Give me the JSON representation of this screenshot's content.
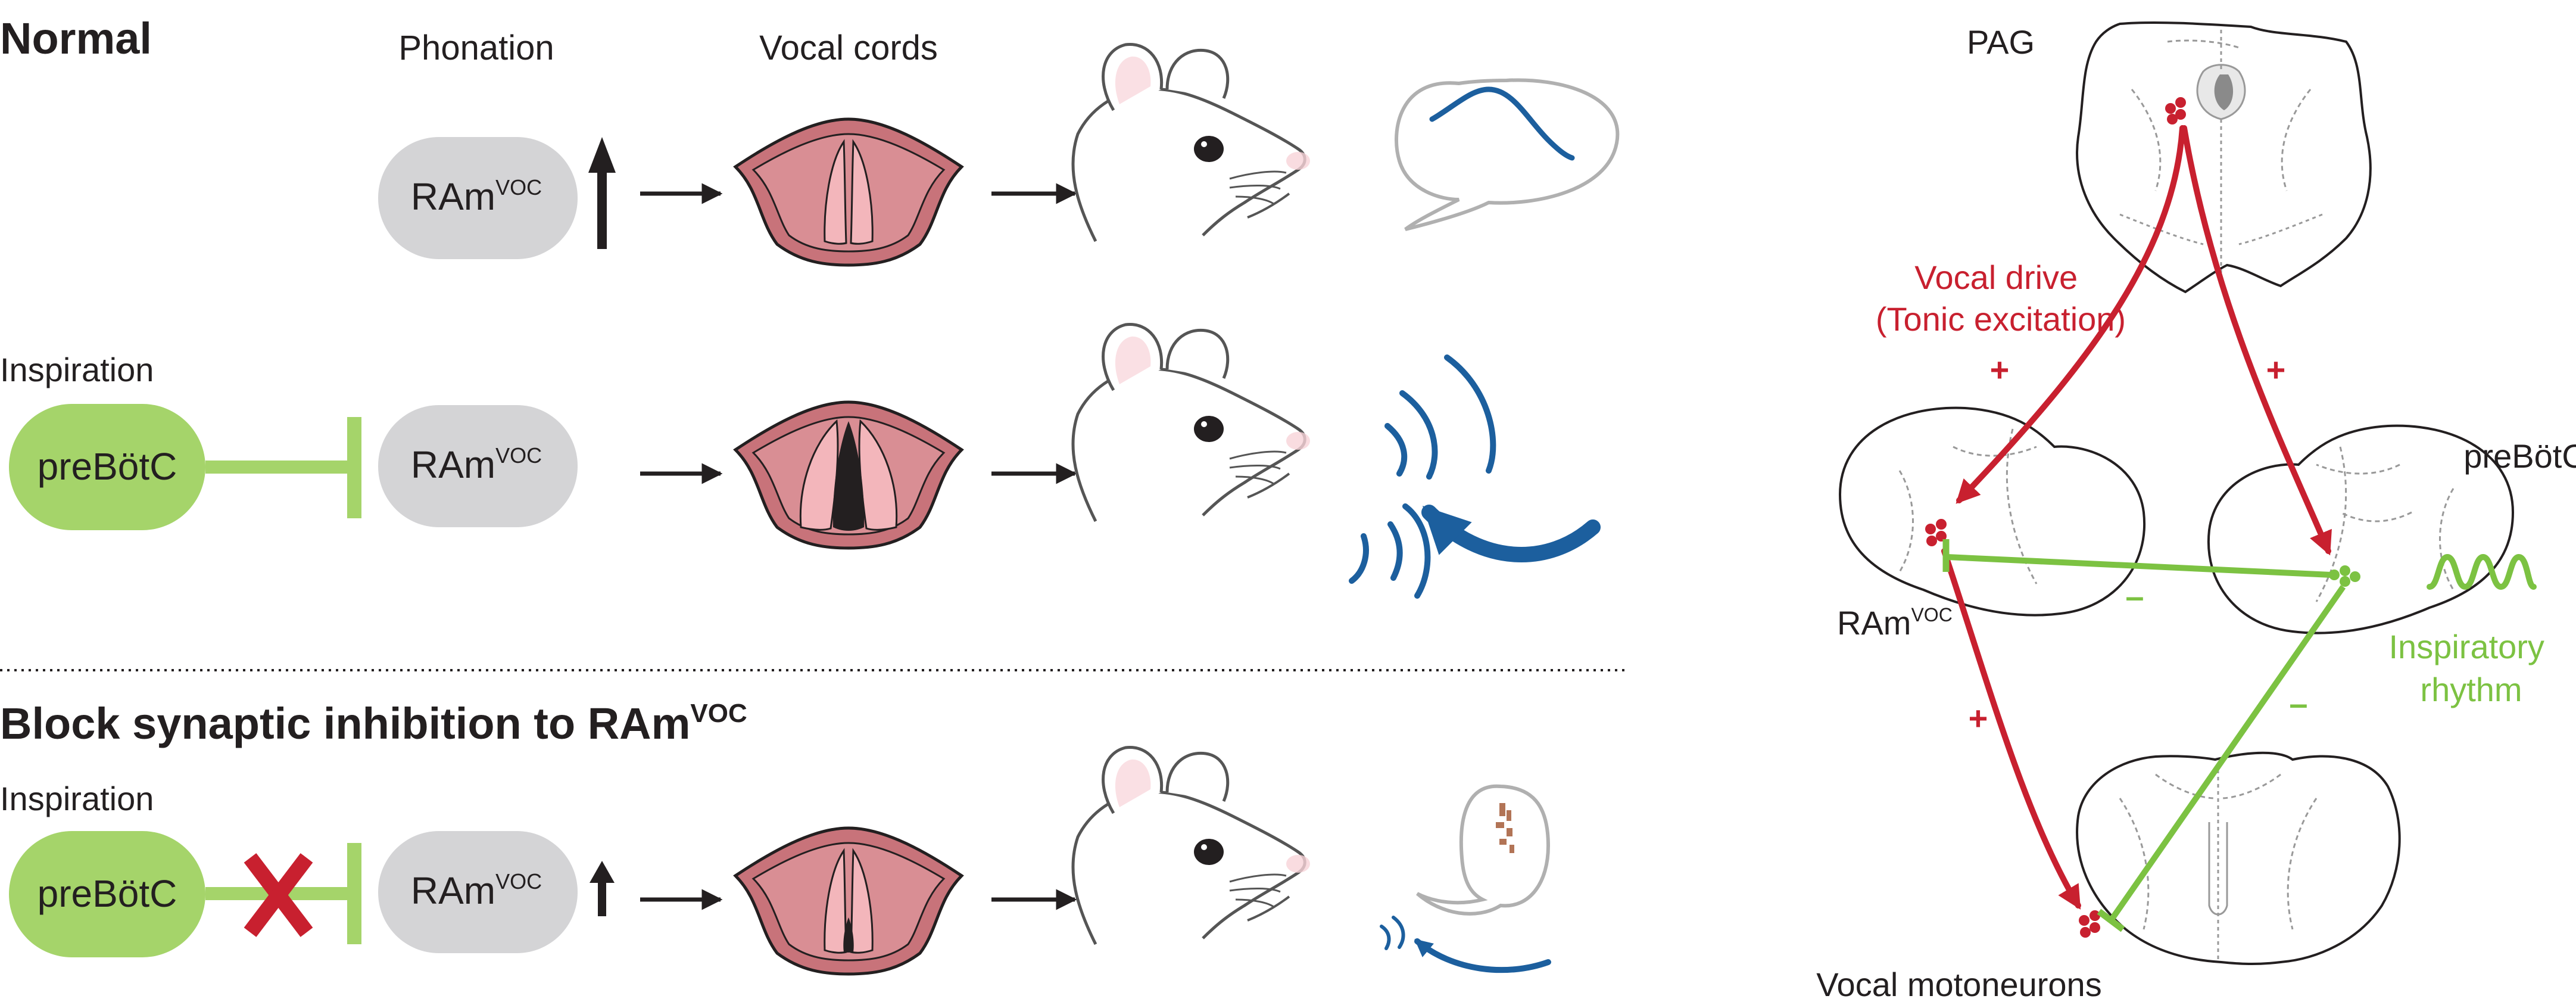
{
  "left_panel": {
    "rows": {
      "normal": {
        "title": "Normal",
        "col_phonation": "Phonation",
        "col_vocal_cords": "Vocal cords",
        "ram_main": "RAm",
        "ram_sup": "VOC"
      },
      "inspiration": {
        "label": "Inspiration",
        "prebotc": "preBötC",
        "ram_main": "RAm",
        "ram_sup": "VOC"
      },
      "block": {
        "title_main": "Block synaptic inhibition to RAm",
        "title_sup": "VOC",
        "label": "Inspiration",
        "prebotc": "preBötC",
        "ram_main": "RAm",
        "ram_sup": "VOC"
      }
    }
  },
  "right_panel": {
    "pag_label": "PAG",
    "vocal_drive_line1": "Vocal drive",
    "vocal_drive_line2": "(Tonic excitation)",
    "plus_left": "+",
    "plus_right": "+",
    "plus_lower": "+",
    "minus_center": "–",
    "minus_lower": "–",
    "prebotc_label": "preBötC",
    "ram_main": "RAm",
    "ram_sup": "VOC",
    "inspiratory_line1": "Inspiratory",
    "inspiratory_line2": "rhythm",
    "motoneurons_label": "Vocal motoneurons"
  },
  "colors": {
    "red": "#c8202f",
    "green": "#7cc242",
    "green_light": "#a5d46a",
    "blue": "#1c5f9e",
    "gray_box": "#d4d4d6",
    "cord_pink": "#c8737a",
    "cord_light": "#f3b6bb",
    "black": "#231f20"
  }
}
